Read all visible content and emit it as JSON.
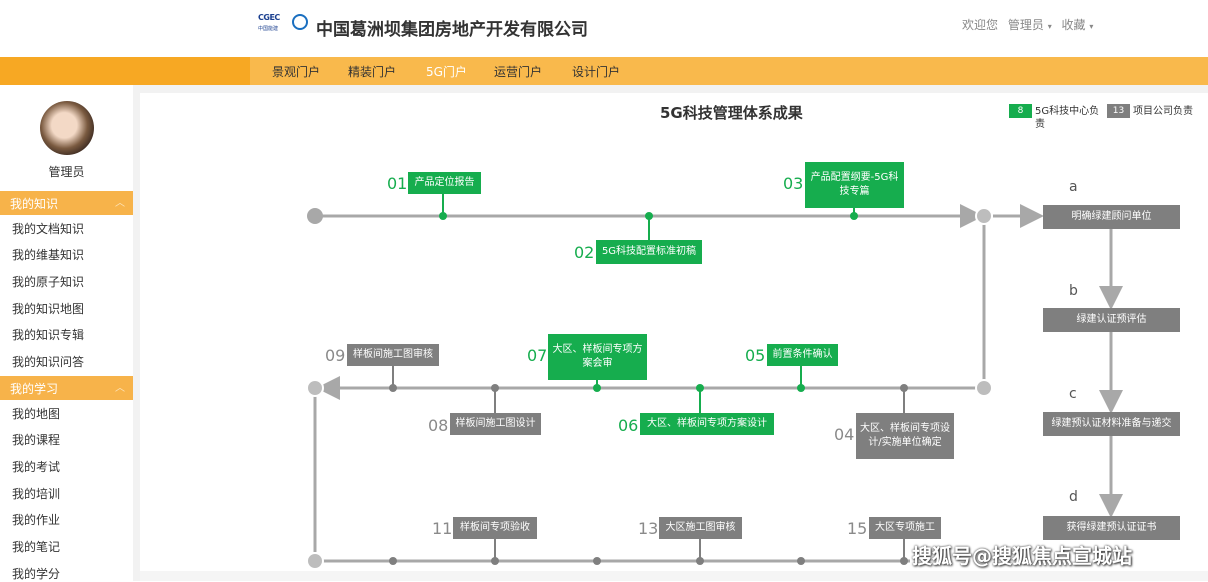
{
  "header": {
    "logo_text": "CGEC",
    "logo_subtext": "中国能建",
    "company_name": "中国葛洲坝集团房地产开发有限公司",
    "welcome": "欢迎您",
    "user": "管理员",
    "favorites": "收藏"
  },
  "topnav": [
    "景观门户",
    "精装门户",
    "5G门户",
    "运营门户",
    "设计门户"
  ],
  "sidebar": {
    "user_name": "管理员",
    "groups": [
      {
        "label": "我的知识",
        "items": [
          "我的文档知识",
          "我的维基知识",
          "我的原子知识",
          "我的知识地图",
          "我的知识专辑",
          "我的知识问答"
        ]
      },
      {
        "label": "我的学习",
        "items": [
          "我的地图",
          "我的课程",
          "我的考试",
          "我的培训",
          "我的作业",
          "我的笔记",
          "我的学分"
        ]
      }
    ]
  },
  "diagram": {
    "title": "5G科技管理体系成果",
    "legend": [
      {
        "count": "8",
        "label": "5G科技中心负责",
        "color": "#16ad4e"
      },
      {
        "count": "13",
        "label": "项目公司负责",
        "color": "#7f7f7f"
      }
    ],
    "nodes": {
      "n01": {
        "num": "01",
        "label": "产品定位报告"
      },
      "n02": {
        "num": "02",
        "label": "5G科技配置标准初稿"
      },
      "n03": {
        "num": "03",
        "label": "产品配置纲要-5G科技专篇"
      },
      "n04": {
        "num": "04",
        "label": "大区、样板间专项设计/实施单位确定"
      },
      "n05": {
        "num": "05",
        "label": "前置条件确认"
      },
      "n06": {
        "num": "06",
        "label": "大区、样板间专项方案设计"
      },
      "n07": {
        "num": "07",
        "label": "大区、样板间专项方案会审"
      },
      "n08": {
        "num": "08",
        "label": "样板间施工图设计"
      },
      "n09": {
        "num": "09",
        "label": "样板间施工图审核"
      },
      "n11": {
        "num": "11",
        "label": "样板间专项验收"
      },
      "n13": {
        "num": "13",
        "label": "大区施工图审核"
      },
      "n15": {
        "num": "15",
        "label": "大区专项施工"
      }
    },
    "side_steps": [
      {
        "letter": "a",
        "label": "明确绿建顾问单位"
      },
      {
        "letter": "b",
        "label": "绿建认证预评估"
      },
      {
        "letter": "c",
        "label": "绿建预认证材料准备与递交"
      },
      {
        "letter": "d",
        "label": "获得绿建预认证证书"
      }
    ]
  },
  "watermark": "搜狐号@搜狐焦点宣城站",
  "colors": {
    "orange": "#f7a823",
    "green": "#16ad4e",
    "gray": "#7f7f7f"
  }
}
